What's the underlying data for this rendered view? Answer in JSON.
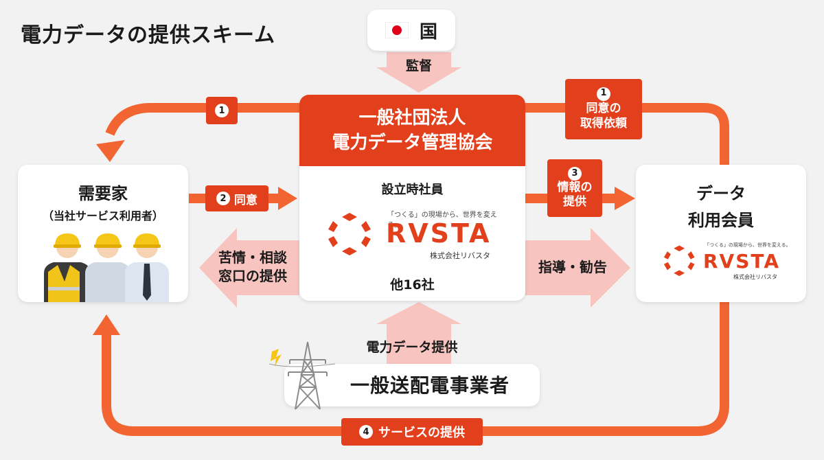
{
  "title": "電力データの提供スキーム",
  "govt": {
    "label": "国"
  },
  "supervise": "監督",
  "association": {
    "line1": "一般社団法人",
    "line2": "電力データ管理協会"
  },
  "founding_label": "設立時社員",
  "others": "他16社",
  "rvsta": {
    "tagline": "「つくる」の現場から、世界を変える。",
    "wordmark": "RVSTA",
    "corp": "株式会社リバスタ"
  },
  "consumer": {
    "line1": "需要家",
    "line2": "（当社サービス利用者）"
  },
  "data_member": {
    "line1": "データ",
    "line2": "利用会員"
  },
  "utility": {
    "label": "一般送配電事業者"
  },
  "tags": {
    "t1_left_num": "1",
    "t1_right_num": "1",
    "t1_right_l1": "同意の",
    "t1_right_l2": "取得依頼",
    "t2_num": "2",
    "t2_text": "同意",
    "t3_num": "3",
    "t3_l1": "情報の",
    "t3_l2": "提供",
    "t4_num": "4",
    "t4_text": "サービスの提供"
  },
  "complaint": {
    "l1": "苦情・相談",
    "l2": "窓口の提供"
  },
  "guidance": "指導・勧告",
  "power_data_provision": "電力データ提供",
  "colors": {
    "accent": "#e2401c",
    "arrow": "#f26532",
    "pink": "#f7c4c0"
  }
}
